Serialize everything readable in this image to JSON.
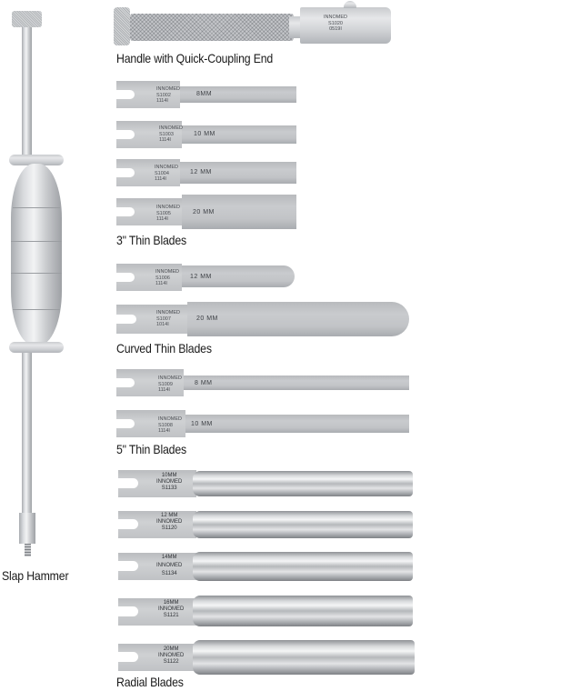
{
  "slap_hammer": {
    "caption": "Slap Hammer"
  },
  "handle": {
    "caption": "Handle with Quick-Coupling End",
    "etch": [
      "INNOMED",
      "S1020",
      "0519I"
    ]
  },
  "groups": [
    {
      "caption": "3\" Thin Blades",
      "blades": [
        {
          "etch": [
            "INNOMED",
            "S1002",
            "1114I"
          ],
          "size": "8MM"
        },
        {
          "etch": [
            "INNOMED",
            "S1003",
            "1114I"
          ],
          "size": "10 MM"
        },
        {
          "etch": [
            "INNOMED",
            "S1004",
            "1114I"
          ],
          "size": "12 MM"
        },
        {
          "etch": [
            "INNOMED",
            "S1005",
            "1114I"
          ],
          "size": "20 MM"
        }
      ]
    },
    {
      "caption": "Curved Thin Blades",
      "blades": [
        {
          "etch": [
            "INNOMED",
            "S1006",
            "1114I"
          ],
          "size": "12 MM"
        },
        {
          "etch": [
            "INNOMED",
            "S1007",
            "1014I"
          ],
          "size": "20 MM"
        }
      ]
    },
    {
      "caption": "5\" Thin Blades",
      "blades": [
        {
          "etch": [
            "INNOMED",
            "S1009",
            "1114I"
          ],
          "size": "8 MM"
        },
        {
          "etch": [
            "INNOMED",
            "S1008",
            "1114I"
          ],
          "size": "10 MM"
        }
      ]
    },
    {
      "caption": "Radial Blades",
      "blades": [
        {
          "etch": [
            "10MM",
            "INNOMED",
            "S1133"
          ]
        },
        {
          "etch": [
            "12 MM",
            "INNOMED",
            "S1120"
          ]
        },
        {
          "etch": [
            "14MM",
            "INNOMED",
            "S1134"
          ]
        },
        {
          "etch": [
            "16MM",
            "INNOMED",
            "S1121"
          ]
        },
        {
          "etch": [
            "20MM",
            "INNOMED",
            "S1122"
          ]
        }
      ]
    }
  ]
}
